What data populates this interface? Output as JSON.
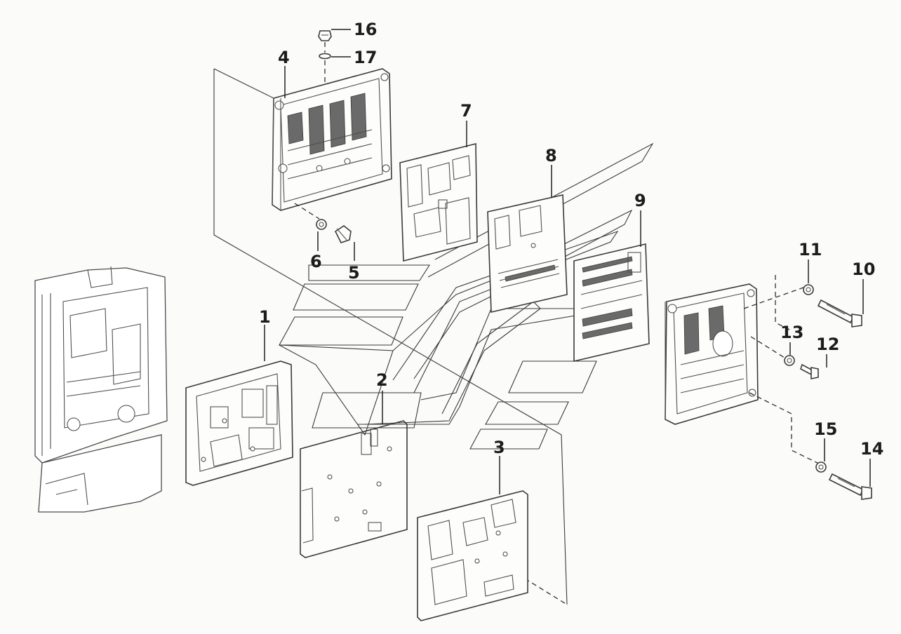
{
  "callouts": [
    {
      "id": "1",
      "text": "1"
    },
    {
      "id": "2",
      "text": "2"
    },
    {
      "id": "3",
      "text": "3"
    },
    {
      "id": "4",
      "text": "4"
    },
    {
      "id": "5",
      "text": "5"
    },
    {
      "id": "6",
      "text": "6"
    },
    {
      "id": "7",
      "text": "7"
    },
    {
      "id": "8",
      "text": "8"
    },
    {
      "id": "9",
      "text": "9"
    },
    {
      "id": "10",
      "text": "10"
    },
    {
      "id": "11",
      "text": "11"
    },
    {
      "id": "12",
      "text": "12"
    },
    {
      "id": "13",
      "text": "13"
    },
    {
      "id": "14",
      "text": "14"
    },
    {
      "id": "15",
      "text": "15"
    },
    {
      "id": "16",
      "text": "16"
    },
    {
      "id": "17",
      "text": "17"
    }
  ],
  "parts": [
    {
      "callout": "1",
      "icon": "separator-plate-icon"
    },
    {
      "callout": "2",
      "icon": "separator-plate-icon"
    },
    {
      "callout": "3",
      "icon": "separator-plate-icon"
    },
    {
      "callout": "4",
      "icon": "valve-body-icon"
    },
    {
      "callout": "5",
      "icon": "bolt-icon"
    },
    {
      "callout": "6",
      "icon": "washer-icon"
    },
    {
      "callout": "7",
      "icon": "gasket-icon"
    },
    {
      "callout": "8",
      "icon": "gasket-icon"
    },
    {
      "callout": "9",
      "icon": "gasket-icon"
    },
    {
      "callout": "10",
      "icon": "bolt-icon"
    },
    {
      "callout": "11",
      "icon": "washer-icon"
    },
    {
      "callout": "12",
      "icon": "bolt-icon"
    },
    {
      "callout": "13",
      "icon": "washer-icon"
    },
    {
      "callout": "14",
      "icon": "bolt-icon"
    },
    {
      "callout": "15",
      "icon": "washer-icon"
    },
    {
      "callout": "16",
      "icon": "plug-icon"
    },
    {
      "callout": "17",
      "icon": "o-ring-icon"
    }
  ]
}
